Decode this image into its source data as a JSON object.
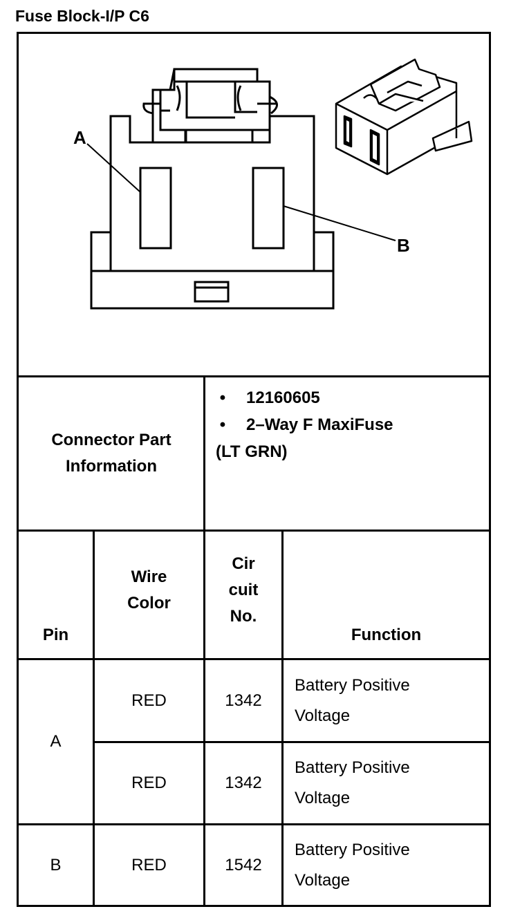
{
  "title": "Fuse Block-I/P C6",
  "diagram": {
    "label_a": "A",
    "label_b": "B"
  },
  "connector_info": {
    "label_line1": "Connector Part",
    "label_line2": "Information",
    "items": [
      "12160605",
      "2–Way F MaxiFuse"
    ],
    "color_note": "(LT GRN)"
  },
  "table": {
    "headers": {
      "pin": "Pin",
      "wire_color_line1": "Wire",
      "wire_color_line2": "Color",
      "circuit_line1": "Cir",
      "circuit_line2": "cuit",
      "circuit_line3": "No.",
      "function": "Function"
    },
    "rows": [
      {
        "pin": "A",
        "wire_color": "RED",
        "circuit": "1342",
        "function_line1": "Battery Positive",
        "function_line2": "Voltage"
      },
      {
        "pin": "A",
        "wire_color": "RED",
        "circuit": "1342",
        "function_line1": "Battery Positive",
        "function_line2": "Voltage"
      },
      {
        "pin": "B",
        "wire_color": "RED",
        "circuit": "1542",
        "function_line1": "Battery Positive",
        "function_line2": "Voltage"
      }
    ]
  }
}
